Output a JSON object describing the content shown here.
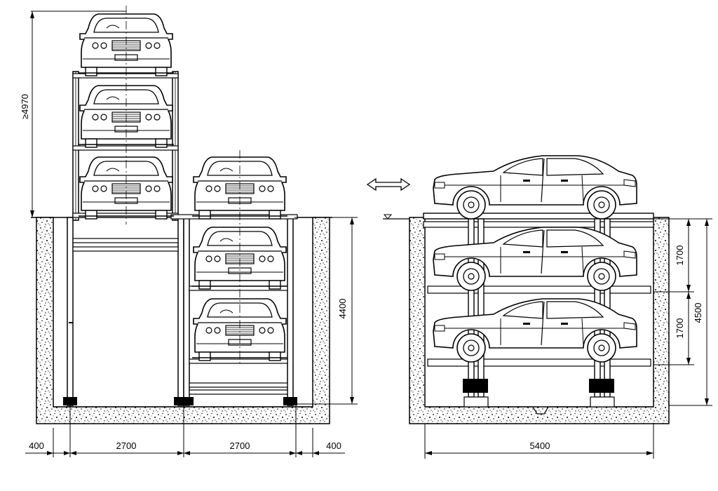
{
  "front_view": {
    "height_above_ground": "≥4970",
    "pit_depth": "4400",
    "widths": [
      "400",
      "2700",
      "2700",
      "400"
    ]
  },
  "side_view": {
    "level_heights": [
      "1700",
      "1700"
    ],
    "pit_depth": "4500",
    "length": "5400"
  },
  "icons": [
    "double-arrow-icon",
    "ground-level-symbol-icon",
    "car-front-icon",
    "car-side-icon"
  ]
}
